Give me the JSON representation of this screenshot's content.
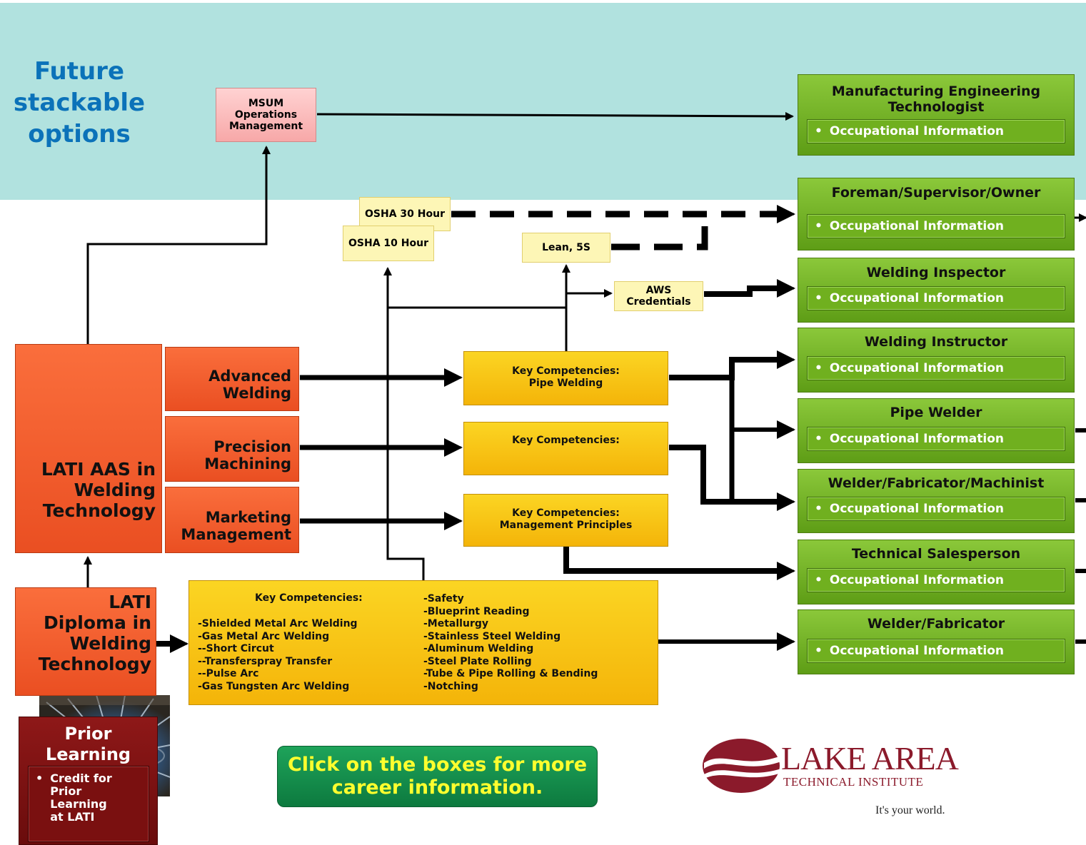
{
  "future_options": "Future stackable options",
  "msum": "MSUM Operations Management",
  "osha30": "OSHA 30 Hour",
  "osha10": "OSHA 10 Hour",
  "lean": "Lean, 5S",
  "aws": "AWS Credentials",
  "programs": {
    "aas": "LATI AAS in Welding Technology",
    "diploma": "LATI Diploma in Welding Technology",
    "prior_title": "Prior Learning",
    "prior_item": "Credit for Prior Learning at LATI"
  },
  "courses": {
    "advanced": "Advanced Welding",
    "precision": "Precision Machining",
    "marketing": "Marketing Management"
  },
  "competencies": {
    "pipe": "Key Competencies: Pipe Welding",
    "machining": "Key Competencies:",
    "management": "Key Competencies: Management Principles",
    "main_title": "Key Competencies:",
    "main_left": [
      "-Shielded Metal Arc Welding",
      "-Gas Metal Arc Welding",
      "--Short Circut",
      "--Transferspray Transfer",
      "--Pulse Arc",
      "-Gas Tungsten Arc Welding"
    ],
    "main_right": [
      "-Safety",
      "-Blueprint Reading",
      "-Metallurgy",
      "-Stainless Steel Welding",
      "-Aluminum Welding",
      "-Steel Plate Rolling",
      "-Tube & Pipe Rolling & Bending",
      "-Notching"
    ]
  },
  "careers": [
    {
      "title": "Manufacturing Engineering Technologist",
      "item": "Occupational Information"
    },
    {
      "title": "Foreman/Supervisor/Owner",
      "item": "Occupational Information"
    },
    {
      "title": "Welding Inspector",
      "item": "Occupational Information"
    },
    {
      "title": "Welding Instructor",
      "item": "Occupational Information"
    },
    {
      "title": "Pipe Welder",
      "item": "Occupational Information"
    },
    {
      "title": "Welder/Fabricator/Machinist",
      "item": "Occupational Information"
    },
    {
      "title": "Technical Salesperson",
      "item": "Occupational Information"
    },
    {
      "title": "Welder/Fabricator",
      "item": "Occupational Information"
    }
  ],
  "cta": "Click on the boxes for more career information.",
  "logo": {
    "line1": "LAKE AREA",
    "line2": "TECHNICAL INSTITUTE",
    "tagline": "It's your world."
  },
  "colors": {
    "band": "#b1e2df",
    "future_text": "#0b72b9",
    "orange": "#f15a29",
    "gold": "#f9c612",
    "green": "#75b22a",
    "maroon": "#7b1010",
    "cta_green": "#14904b",
    "cta_text": "#ffff2e",
    "logo_red": "#8b1a2b"
  }
}
